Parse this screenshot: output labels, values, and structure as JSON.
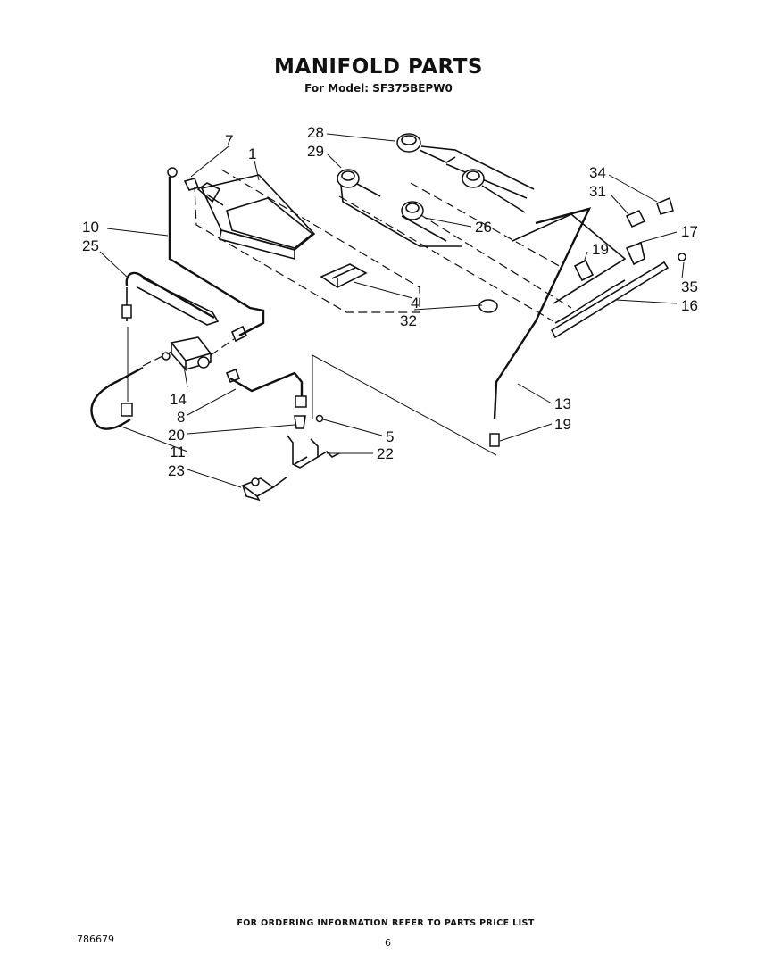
{
  "header": {
    "title": "MANIFOLD PARTS",
    "subtitle": "For Model: SF375BEPW0"
  },
  "callouts": {
    "c1": "1",
    "c4": "4",
    "c5": "5",
    "c7": "7",
    "c8": "8",
    "c10": "10",
    "c11": "11",
    "c13": "13",
    "c14": "14",
    "c16": "16",
    "c17": "17",
    "c19a": "19",
    "c19b": "19",
    "c20": "20",
    "c22": "22",
    "c23": "23",
    "c25": "25",
    "c26": "26",
    "c28": "28",
    "c29": "29",
    "c31": "31",
    "c32": "32",
    "c34": "34",
    "c35": "35"
  },
  "footer": {
    "note": "FOR ORDERING INFORMATION REFER TO PARTS PRICE LIST",
    "doc_number": "786679",
    "page_number": "6"
  }
}
